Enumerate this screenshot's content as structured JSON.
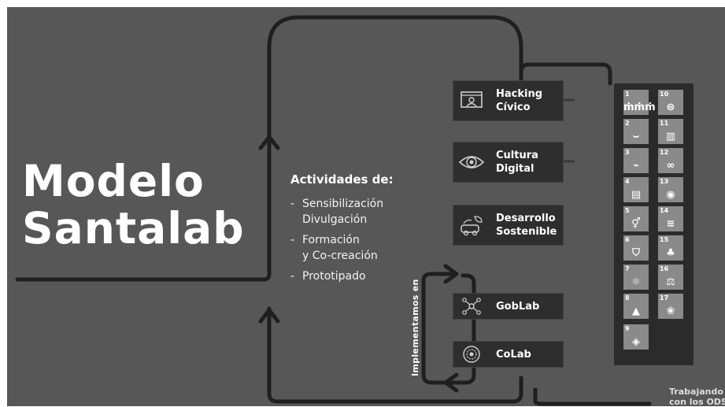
{
  "title": {
    "line1": "Modelo",
    "line2": "Santalab"
  },
  "activities": {
    "heading": "Actividades de:",
    "items": [
      {
        "lines": [
          "Sensibilización",
          "Divulgación"
        ]
      },
      {
        "lines": [
          "Formación",
          "y Co-creación"
        ]
      },
      {
        "lines": [
          "Prototipado"
        ]
      }
    ]
  },
  "labs": [
    {
      "lines": [
        "Hacking",
        "Cívico"
      ],
      "icon": "monitor-user-icon"
    },
    {
      "lines": [
        "Cultura",
        "Digital"
      ],
      "icon": "eye-icon"
    },
    {
      "lines": [
        "Desarrollo",
        "Sostenible"
      ],
      "icon": "eco-car-icon"
    },
    {
      "lines": [
        "GobLab"
      ],
      "icon": "network-icon"
    },
    {
      "lines": [
        "CoLab"
      ],
      "icon": "circle-target-icon"
    }
  ],
  "implement_label": "Implementamos en",
  "ods": {
    "footer": {
      "line1": "Trabajando",
      "line2": "con los ODS"
    },
    "tiles": [
      {
        "num": "1",
        "glyph": "ṁṁṁ"
      },
      {
        "num": "10",
        "glyph": "⊜"
      },
      {
        "num": "2",
        "glyph": "⌣"
      },
      {
        "num": "11",
        "glyph": "▥"
      },
      {
        "num": "3",
        "glyph": "⌁"
      },
      {
        "num": "12",
        "glyph": "∞"
      },
      {
        "num": "4",
        "glyph": "▤"
      },
      {
        "num": "13",
        "glyph": "◉"
      },
      {
        "num": "5",
        "glyph": "⚥"
      },
      {
        "num": "14",
        "glyph": "≋"
      },
      {
        "num": "6",
        "glyph": "⛉"
      },
      {
        "num": "15",
        "glyph": "♣"
      },
      {
        "num": "7",
        "glyph": "☼"
      },
      {
        "num": "16",
        "glyph": "⚖"
      },
      {
        "num": "8",
        "glyph": "▲"
      },
      {
        "num": "17",
        "glyph": "❀"
      },
      {
        "num": "9",
        "glyph": "◈"
      }
    ]
  },
  "colors": {
    "background": "#575757",
    "box": "#2e2e2e",
    "line": "#1f1f1f",
    "text": "#ffffff"
  }
}
